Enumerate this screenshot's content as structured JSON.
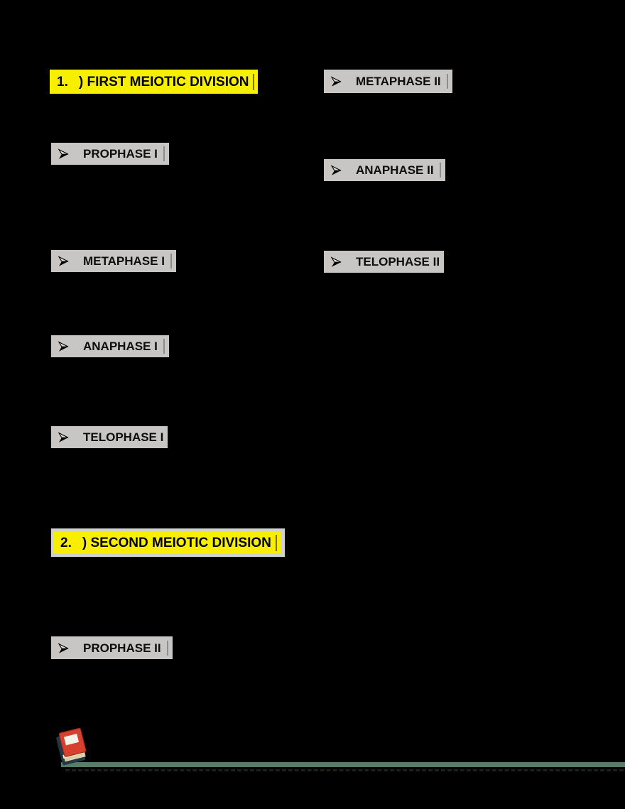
{
  "page": {
    "type": "document-notes"
  },
  "colors": {
    "page-background": "#000000",
    "highlight-yellow": "#f7ee00",
    "highlight-gray": "#c7c6c4",
    "halo-gray": "#d2d1d0",
    "divider-teal": "#567d69",
    "text-black": "#000000"
  },
  "headings": {
    "first": {
      "number": "1.",
      "title": ") FIRST MEIOTIC DIVISION"
    },
    "second": {
      "number": "2.",
      "title": ") SECOND MEIOTIC DIVISION"
    }
  },
  "phases": {
    "left": [
      {
        "label": "PROPHASE I"
      },
      {
        "label": "METAPHASE I"
      },
      {
        "label": "ANAPHASE I"
      },
      {
        "label": "TELOPHASE I"
      },
      {
        "label": "PROPHASE II"
      }
    ],
    "right": [
      {
        "label": "METAPHASE II"
      },
      {
        "label": "ANAPHASE II"
      },
      {
        "label": "TELOPHASE II"
      }
    ]
  },
  "icons": {
    "bullet": "arrow-right-bullet-icon",
    "footer": "red-book-icon"
  }
}
